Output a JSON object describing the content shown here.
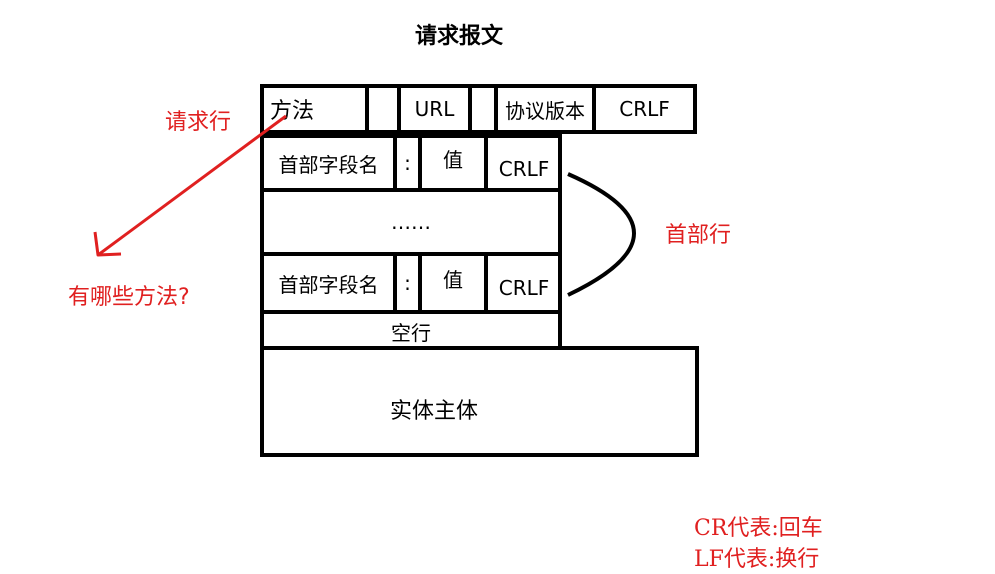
{
  "title": "请求报文",
  "request_line": {
    "method": "方法",
    "blank1": "",
    "url": "URL",
    "blank2": "",
    "version": "协议版本",
    "crlf": "CRLF"
  },
  "header_rows": [
    {
      "field": "首部字段名",
      "colon": ":",
      "value": "值",
      "crlf": "CRLF"
    },
    {
      "field": "首部字段名",
      "colon": ":",
      "value": "值",
      "crlf": "CRLF"
    }
  ],
  "ellipsis": "……",
  "blank_line": "空行",
  "body": "实体主体",
  "annotations": {
    "request_line_label": "请求行",
    "question": "有哪些方法?",
    "header_label": "首部行",
    "cr_note": "CR代表:回车",
    "lf_note": "LF代表:换行"
  },
  "colors": {
    "annotation": "#e02020",
    "lines": "#000000"
  }
}
